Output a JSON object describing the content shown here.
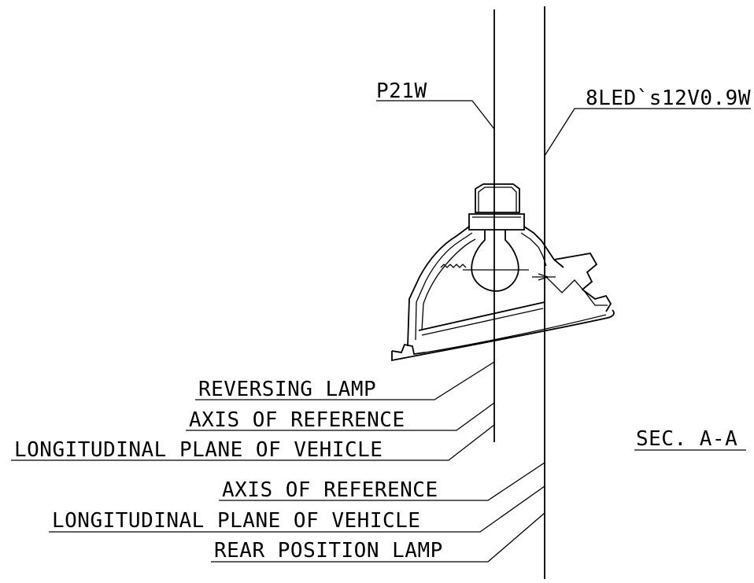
{
  "drawing": {
    "section_title": "SEC. A-A",
    "bulb_label": "P21W",
    "led_label": "8LED`s12V0.9W",
    "left_axis_labels": {
      "reversing_lamp": "REVERSING LAMP",
      "axis_of_reference": "AXIS OF REFERENCE",
      "longitudinal_plane": "LONGITUDINAL PLANE OF VEHICLE"
    },
    "right_axis_labels": {
      "axis_of_reference": "AXIS OF REFERENCE",
      "longitudinal_plane": "LONGITUDINAL PLANE OF VEHICLE",
      "rear_position_lamp": "REAR POSITION LAMP"
    }
  }
}
